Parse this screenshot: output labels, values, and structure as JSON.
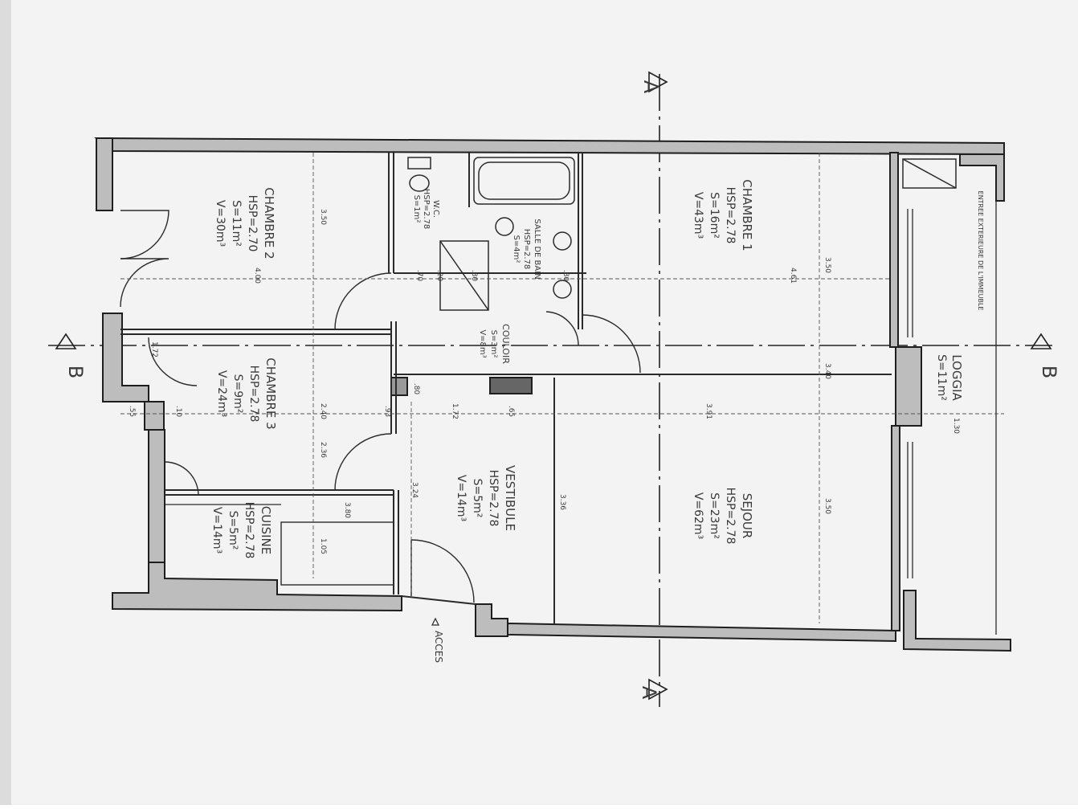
{
  "section_markers": {
    "a_label": "A",
    "b_label": "B"
  },
  "rooms": [
    {
      "id": "chambre2",
      "name": "CHAMBRE 2",
      "hsp": "HSP=2.70",
      "s": "S=11m²",
      "v": "V=30m³"
    },
    {
      "id": "chambre1",
      "name": "CHAMBRE 1",
      "hsp": "HSP=2.78",
      "s": "S=16m²",
      "v": "V=43m³"
    },
    {
      "id": "chambre3",
      "name": "CHAMBRE 3",
      "hsp": "HSP=2.78",
      "s": "S=9m²",
      "v": "V=24m³"
    },
    {
      "id": "cuisine",
      "name": "CUISINE",
      "hsp": "HSP=2.78",
      "s": "S=5m²",
      "v": "V=14m³"
    },
    {
      "id": "vestibule",
      "name": "VESTIBULE",
      "hsp": "HSP=2.78",
      "s": "S=5m²",
      "v": "V=14m³"
    },
    {
      "id": "sejour",
      "name": "SEJOUR",
      "hsp": "HSP=2.78",
      "s": "S=23m²",
      "v": "V=62m³"
    },
    {
      "id": "couloir",
      "name": "COULOIR",
      "hsp": "",
      "s": "S=3m²",
      "v": "V=8m³"
    },
    {
      "id": "sdb",
      "name": "SALLE DE BAIN",
      "hsp": "HSP=2.78",
      "s": "S=4m²",
      "v": ""
    },
    {
      "id": "wc",
      "name": "W.C.",
      "hsp": "HSP=2.78",
      "s": "S=1m²",
      "v": ""
    }
  ],
  "loggia": {
    "name": "LOGGIA",
    "s": "S=11m²"
  },
  "acces": "ACCES",
  "side_note": "ENTREE EXTERIEURE DE L'IMMEUBLE",
  "dimensions": [
    "4.00",
    "4.61",
    "1.72",
    ".65",
    "3.91",
    "2.40",
    ".93",
    "1.30",
    "3.80",
    "3.36",
    "3.50",
    "3.50",
    "2.36",
    "3.24",
    "3.50",
    ".70",
    ".20",
    ".80",
    ".80",
    "1.05",
    "3.40",
    ".55",
    ".10",
    "1.72",
    ".80"
  ]
}
